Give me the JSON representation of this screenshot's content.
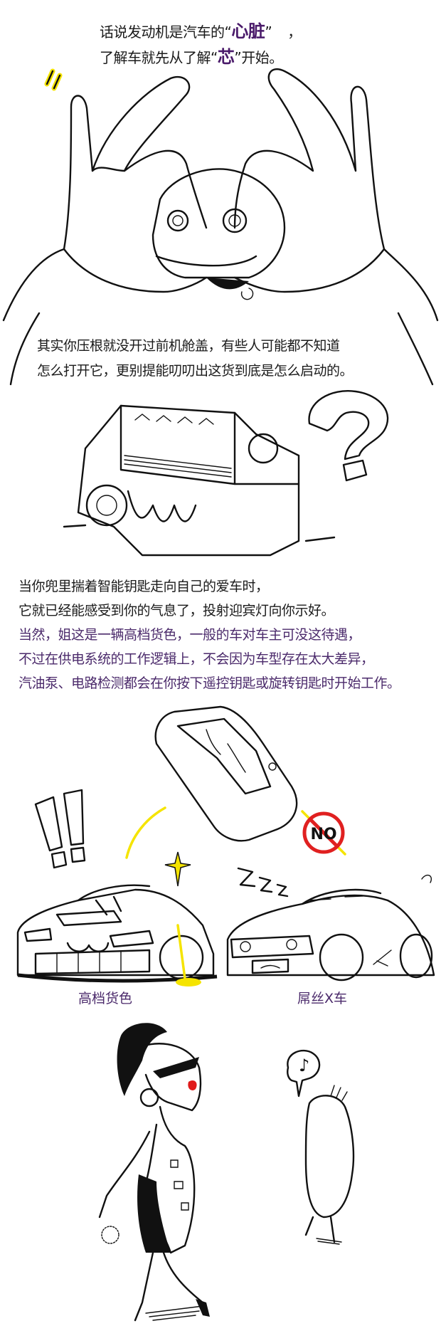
{
  "intro": {
    "line1_prefix": "话说发动机是汽车的",
    "line1_quote_open": "“",
    "line1_highlight": "心脏",
    "line1_quote_close": "”",
    "line1_suffix": "，",
    "line2_prefix": "了解车就先从了解",
    "line2_quote_open": "“",
    "line2_highlight": "芯",
    "line2_quote_close": "”",
    "line2_suffix": "开始。"
  },
  "hood_text": {
    "line1": "其实你压根就没开过前机舱盖，有些人可能都不知道",
    "line2": "怎么打开它，更别提能叨叨出这货到底是怎么启动的。"
  },
  "key_text": {
    "black_lines": [
      "当你兜里揣着智能钥匙走向自己的爱车时，",
      "它就已经能感受到你的气息了，投射迎宾灯向你示好。"
    ],
    "purple_lines": [
      "当然，姐这是一辆高档货色，一般的车对车主可没这待遇，",
      "不过在供电系统的工作逻辑上，不会因为车型存在太大差异，",
      "汽油泵、电路检测都会在你按下遥控钥匙或旋转钥匙时开始工作。"
    ]
  },
  "captions": {
    "left": "高档货色",
    "right": "屌丝X车"
  },
  "illustration_labels": {
    "no_sign": "NO",
    "zzz": "Z Z z",
    "music_note": "♪"
  },
  "colors": {
    "accent_purple": "#4b2a6b",
    "highlight_yellow": "#f5e400",
    "no_sign_red": "#e02020",
    "lips_red": "#e01a1a"
  }
}
